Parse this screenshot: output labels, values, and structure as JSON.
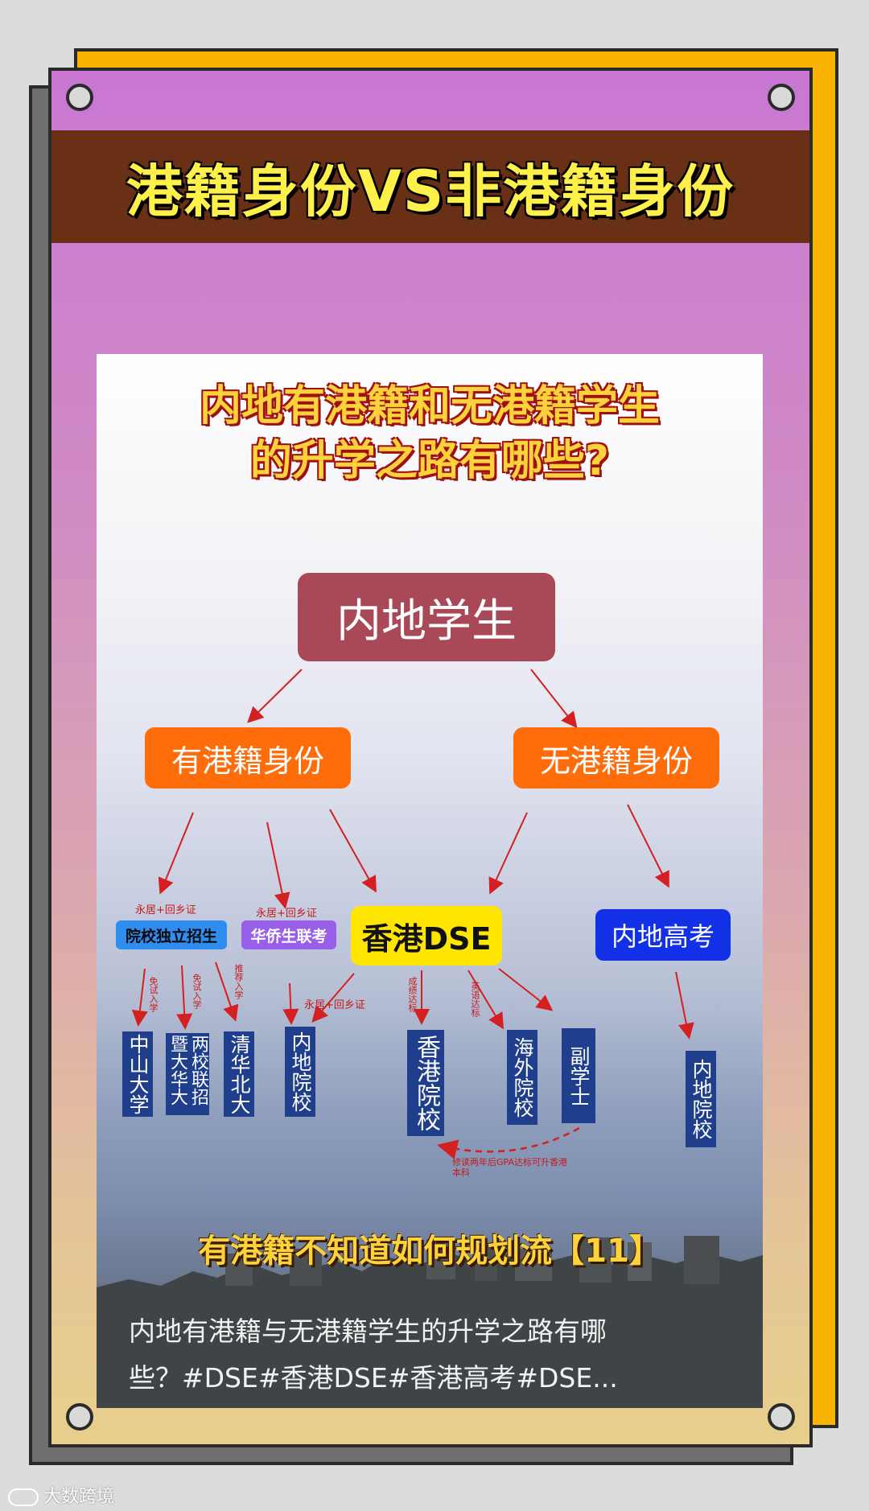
{
  "header": {
    "title": "港籍身份VS非港籍身份"
  },
  "poster": {
    "question_line1": "内地有港籍和无港籍学生",
    "question_line2": "的升学之路有哪些?",
    "root": "内地学生",
    "branch_hk": "有港籍身份",
    "branch_nonhk": "无港籍身份",
    "path_independent": "院校独立招生",
    "path_overseas": "华侨生联考",
    "path_dse": "香港DSE",
    "path_gaokao": "内地高考",
    "req_independent": "永居+回乡证",
    "req_overseas": "永居+回乡证",
    "req_dse_mainland": "永居+回乡证",
    "note_exempt1": "免试入学",
    "note_exempt2": "免试入学",
    "note_recommend": "推荐入学",
    "note_score": "成绩达标",
    "note_english": "英语达标",
    "dest_zhongshan": "中山大学",
    "dest_jinan_col1": "暨大华大",
    "dest_jinan_col2": "两校联招",
    "dest_tsinghua": "清华北大",
    "dest_mainland1": "内地院校",
    "dest_hk": "香港院校",
    "dest_overseas": "海外院校",
    "dest_associate": "副学士",
    "dest_mainland2": "内地院校",
    "note_gpa": "修读两年后GPA达标可升香港本科",
    "footer_title": "有港籍不知道如何规划流【11】",
    "caption_line1": "内地有港籍与无港籍学生的升学之路有哪",
    "caption_line2": "些？#DSE#香港DSE#香港高考#DSE..."
  },
  "watermark": "大数跨境",
  "colors": {
    "banner_bg": "#6a3016",
    "title_yellow": "#fff14a",
    "root_box": "#a94957",
    "orange_box": "#ff6d0a",
    "dse_box": "#ffe600",
    "gaokao_box": "#1230e6",
    "dest_box": "#1f3f8c",
    "arrow": "#d42020"
  }
}
